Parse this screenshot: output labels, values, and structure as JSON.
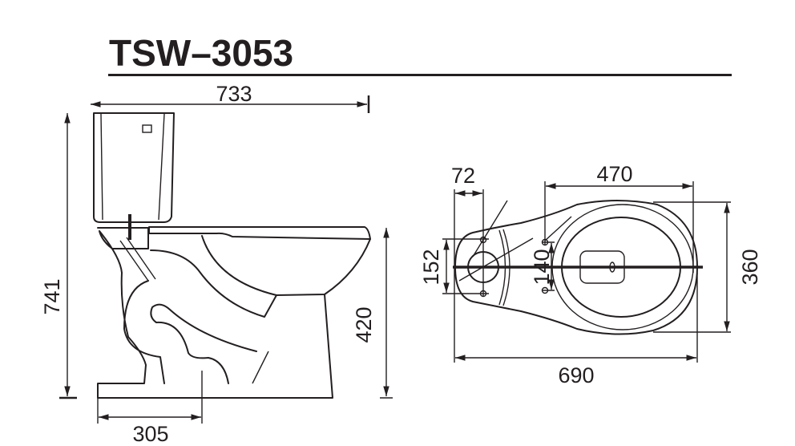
{
  "title": "TSW–3053",
  "side_view": {
    "overall_length": "733",
    "overall_height": "741",
    "rim_height": "420",
    "rough_in": "305"
  },
  "top_view": {
    "tank_bolt_offset": "72",
    "bowl_length": "470",
    "tank_bolt_spacing": "152",
    "seat_bolt_spacing": "140",
    "width": "360",
    "total_length": "690"
  },
  "colors": {
    "ink": "#231f20",
    "background": "#ffffff"
  }
}
